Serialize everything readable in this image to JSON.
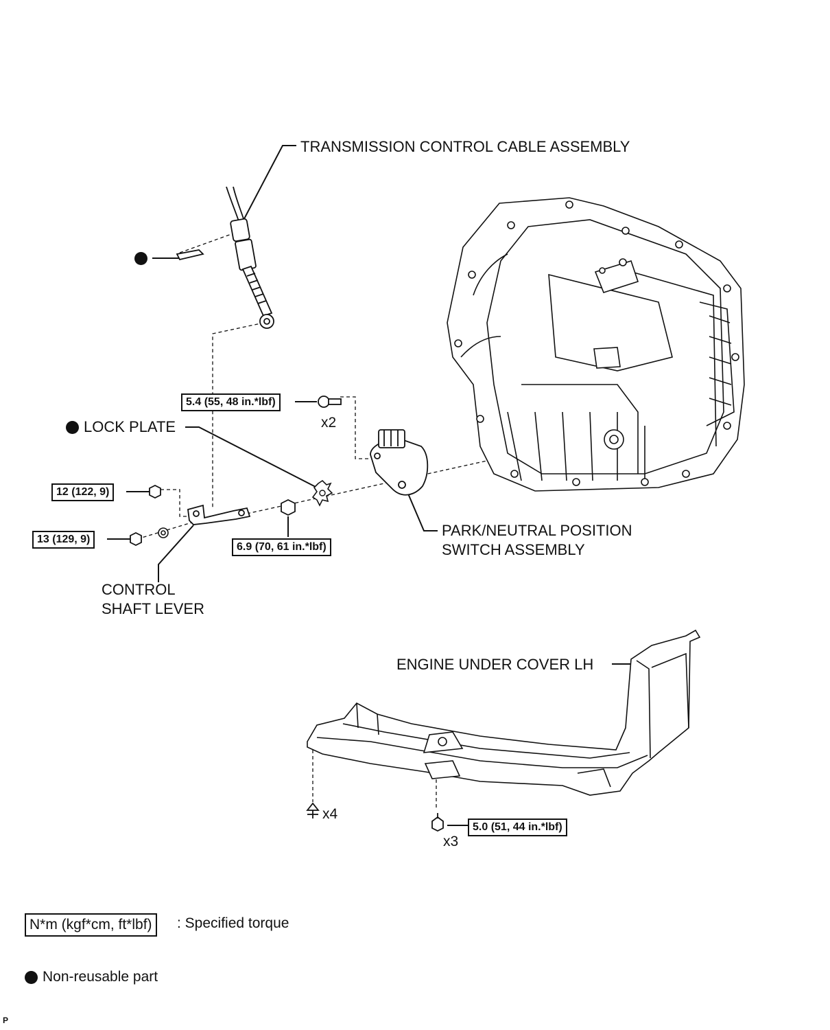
{
  "labels": {
    "cable": "TRANSMISSION CONTROL CABLE ASSEMBLY",
    "lock_plate": "LOCK PLATE",
    "pnp_line1": "PARK/NEUTRAL POSITION",
    "pnp_line2": "SWITCH ASSEMBLY",
    "lever_line1": "CONTROL",
    "lever_line2": "SHAFT LEVER",
    "under_cover": "ENGINE UNDER COVER LH"
  },
  "torques": {
    "switch_bolt": "5.4 (55, 48 in.*lbf)",
    "nut_12": "12 (122, 9)",
    "nut_13": "13 (129, 9)",
    "nut_69": "6.9 (70, 61 in.*lbf)",
    "cover_bolt": "5.0 (51, 44 in.*lbf)"
  },
  "quantities": {
    "switch_bolt": "x2",
    "cover_clip": "x4",
    "cover_bolt": "x3"
  },
  "legend": {
    "torque_box": "N*m (kgf*cm, ft*lbf)",
    "torque_desc": ": Specified torque",
    "nonreusable": "Non-reusable part"
  },
  "corner_mark": "P"
}
